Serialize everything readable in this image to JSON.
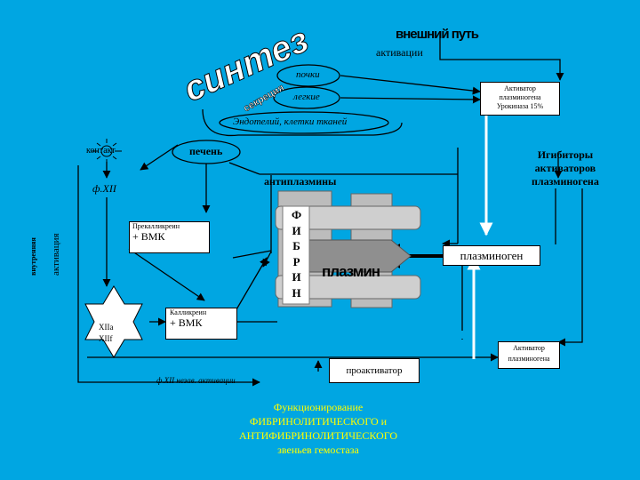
{
  "external_path": {
    "line1": "внешний путь",
    "line2": "активации"
  },
  "synthesis": {
    "big": "синтез",
    "small": "секреция"
  },
  "organs": {
    "kidneys": "почки",
    "lungs": "легкие",
    "endothelium": "Эндотелий, клетки тканей",
    "liver": "печень"
  },
  "activator_box": {
    "line1": "Активатор",
    "line2": "плазминогена",
    "line3": "Урокиназа 15%"
  },
  "contact": "контакт",
  "factor_xii": "ф.XII",
  "internal_activation": {
    "small": "внутренняя",
    "big": "активация"
  },
  "antiplasmins": "антиплазмины",
  "inhibitors": {
    "line1": "Игибиторы",
    "line2": "активаторов",
    "line3": "плазминогена"
  },
  "prekallikrein": {
    "line1": "Прекалликреин",
    "line2": "+ ВМК"
  },
  "fibrin_letters": [
    "Ф",
    "И",
    "Б",
    "Р",
    "И",
    "Н"
  ],
  "plasmin": "плазмин",
  "plasminogen": "плазминоген",
  "xiia": {
    "line1": "XIIа",
    "line2": "XIIf"
  },
  "kallikrein": {
    "line1": "Калликреин",
    "line2": "+ ВМК"
  },
  "activator_bottom": {
    "line1": "Активатор",
    "line2": "плазминогена"
  },
  "proactivator": "проактиватор",
  "fxii_independent": "ф.XII незав. активации",
  "caption": {
    "line1": "Функционирование",
    "line2": "ФИБРИНОЛИТИЧЕСКОГО и",
    "line3": "АНТИФИБРИНОЛИТИЧЕСКОГО",
    "line4": "звеньев гемостаза"
  },
  "colors": {
    "background": "#00a6e2",
    "ellipse_fill": "#00a6e2",
    "box_fill": "#ffffff",
    "fibrin_gray": "#bcbcbc",
    "caption": "#ffff00",
    "synthesis": "#ffffff"
  }
}
